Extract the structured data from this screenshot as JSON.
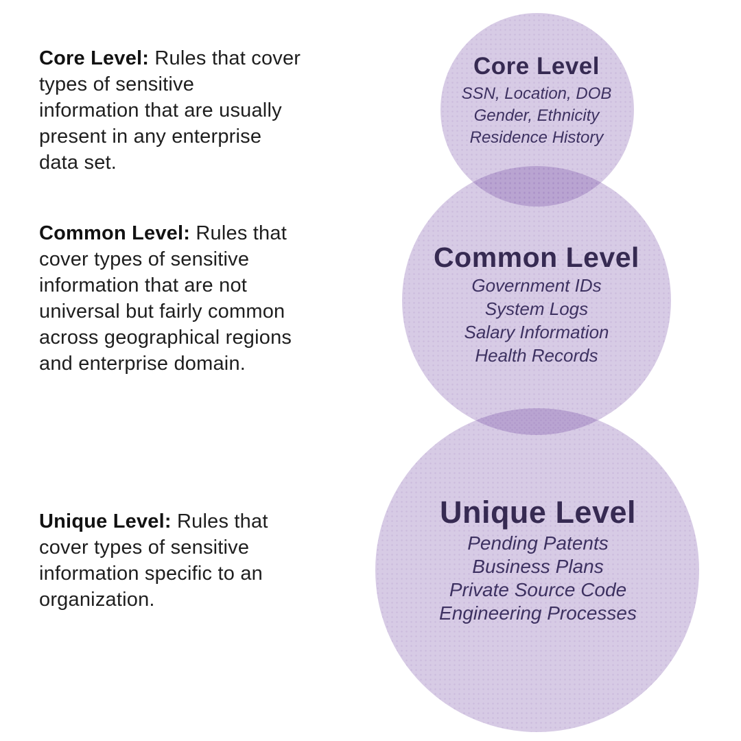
{
  "palette": {
    "background": "#ffffff",
    "circle_fill": "rgba(96,48,150,0.25)",
    "circle_overlap_observed": "#b4a0d2",
    "circle_fill_observed": "#d5c9e5",
    "heading_text": "#362a52",
    "item_text": "#3d3161",
    "body_text": "#1e1e1e",
    "body_label_text": "#121212"
  },
  "descriptions": [
    {
      "label": "Core Level:",
      "text": " Rules that cover\ntypes of sensitive\ninformation that are usually\npresent in any enterprise\ndata set."
    },
    {
      "label": "Common Level:",
      "text": " Rules that\ncover types of sensitive\ninformation that are not\nuniversal but fairly common\nacross geographical regions\nand enterprise domain."
    },
    {
      "label": "Unique Level:",
      "text": " Rules that\ncover types of sensitive\ninformation specific to an\norganization."
    }
  ],
  "circles": [
    {
      "title": "Core Level",
      "items": [
        "SSN, Location, DOB",
        "Gender, Ethnicity",
        "Residence History"
      ]
    },
    {
      "title": "Common Level",
      "items": [
        "Government IDs",
        "System Logs",
        "Salary Information",
        "Health Records"
      ]
    },
    {
      "title": "Unique Level",
      "items": [
        "Pending Patents",
        "Business Plans",
        "Private Source Code",
        "Engineering Processes"
      ]
    }
  ]
}
